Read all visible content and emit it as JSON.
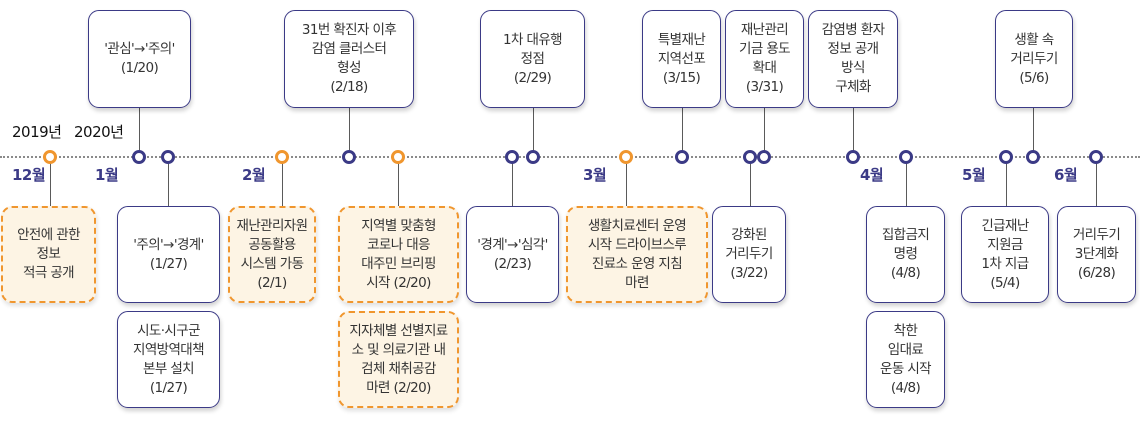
{
  "title": "Korea COVID-19 response timeline (Dec 2019 – Jun 2020)",
  "years": [
    "2019년",
    "2020년"
  ],
  "months": [
    "12월",
    "1월",
    "2월",
    "3월",
    "4월",
    "5월",
    "6월"
  ],
  "legend_colors": {
    "national": "#3b3a86",
    "local_government": "#f0962e",
    "local_fill": "#fdf4e4"
  },
  "events_top": [
    {
      "text": "'관심'→'주의'\n(1/20)",
      "type": "navy"
    },
    {
      "text": "31번 확진자 이후\n감염 클러스터\n형성\n(2/18)",
      "type": "navy"
    },
    {
      "text": "1차 대유행\n정점\n(2/29)",
      "type": "navy"
    },
    {
      "text": "특별재난\n지역선포\n(3/15)",
      "type": "navy"
    },
    {
      "text": "재난관리\n기금 용도\n확대\n(3/31)",
      "type": "navy"
    },
    {
      "text": "감염병 환자\n정보 공개\n방식\n구체화",
      "type": "navy"
    },
    {
      "text": "생활 속\n거리두기\n(5/6)",
      "type": "navy"
    }
  ],
  "events_bottom": [
    {
      "text": "안전에 관한\n정보\n적극 공개",
      "type": "orange"
    },
    {
      "text": "'주의'→'경계'\n(1/27)",
      "type": "navy"
    },
    {
      "text": "시도·시구군\n지역방역대책\n본부 설치\n(1/27)",
      "type": "navy"
    },
    {
      "text": "재난관리자원\n공동활용\n시스템 가동\n(2/1)",
      "type": "orange"
    },
    {
      "text": "지역별 맞춤형\n코로나 대응\n대주민 브리핑\n시작 (2/20)",
      "type": "orange"
    },
    {
      "text": "지자체별 선별지료\n소 및 의료기관 내\n검체 채취공감\n마련 (2/20)",
      "type": "orange"
    },
    {
      "text": "'경계'→'심각'\n(2/23)",
      "type": "navy"
    },
    {
      "text": "생활치료센터 운영\n시작 드라이브스루\n진료소 운영 지침\n마련",
      "type": "orange"
    },
    {
      "text": "강화된\n거리두기\n(3/22)",
      "type": "navy"
    },
    {
      "text": "집합금지\n명령\n(4/8)",
      "type": "navy"
    },
    {
      "text": "착한\n임대료\n운동 시작\n(4/8)",
      "type": "navy"
    },
    {
      "text": "긴급재난\n지원금\n1차 지급\n(5/4)",
      "type": "navy"
    },
    {
      "text": "거리두기\n3단계화\n(6/28)",
      "type": "navy"
    }
  ]
}
